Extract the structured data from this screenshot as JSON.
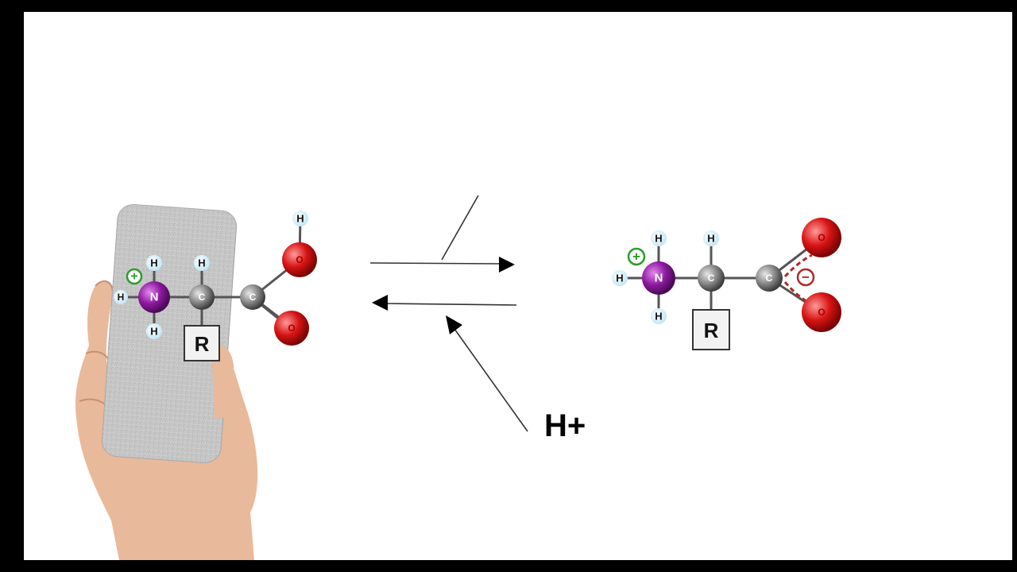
{
  "colors": {
    "nitrogen": "#8e1aa0",
    "carbon": "#8a8a8a",
    "oxygen": "#d81414",
    "hydrogen": "#cfe9f7",
    "positive_charge": "#2a9d2a",
    "negative_charge": "#b02a2a",
    "eraser": "#c9c9c9",
    "skin": "#e8b89a"
  },
  "left_molecule": {
    "n_label": "N",
    "c1_label": "C",
    "c2_label": "C",
    "h_top_n": "H",
    "h_bottom_n": "H",
    "h_top_c": "H",
    "h_oh": "H",
    "o_top": "O",
    "o_bottom": "O",
    "r_label": "R",
    "charge": "+",
    "partial_h": "H"
  },
  "right_molecule": {
    "n_label": "N",
    "c1_label": "C",
    "c2_label": "C",
    "h_top_n": "H",
    "h_left_n": "H",
    "h_bottom_n": "H",
    "h_top_c": "H",
    "o_top": "O",
    "o_bottom": "O",
    "r_label": "R",
    "positive_charge": "+",
    "negative_charge": "−"
  },
  "reaction": {
    "proton_label": "H+"
  },
  "icons": [
    "hand-holding-eraser-icon",
    "equilibrium-arrow-icon"
  ]
}
